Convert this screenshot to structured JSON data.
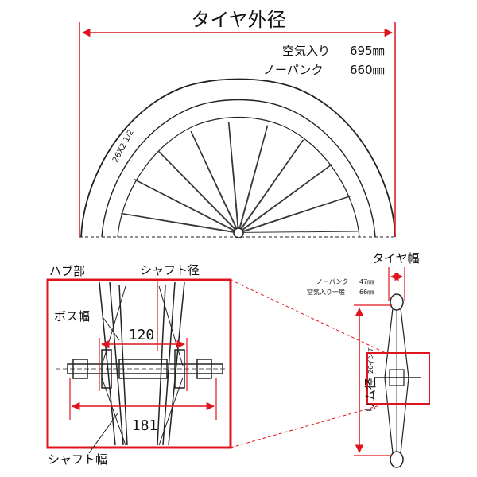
{
  "title": "タイヤ外径",
  "specs": [
    {
      "label": "空気入り",
      "value": "695㎜"
    },
    {
      "label": "ノーパンク",
      "value": "660㎜"
    }
  ],
  "tire_marking": "26X2 1/2",
  "hub_detail": {
    "hub_label": "ハブ部",
    "shaft_dia_label": "シャフト径",
    "boss_width_label": "ボス幅",
    "boss_width_value": "120",
    "shaft_width_value": "181",
    "shaft_width_label": "シャフト幅"
  },
  "side_view": {
    "tire_width_label": "タイヤ幅",
    "width_specs": [
      {
        "label": "ノーパンク",
        "value": "47㎜"
      },
      {
        "label": "空気入り一般",
        "value": "66㎜"
      }
    ],
    "rim_label": "リム径",
    "rim_size": "26インチ"
  },
  "colors": {
    "accent": "#e0141e",
    "ink": "#222222"
  }
}
